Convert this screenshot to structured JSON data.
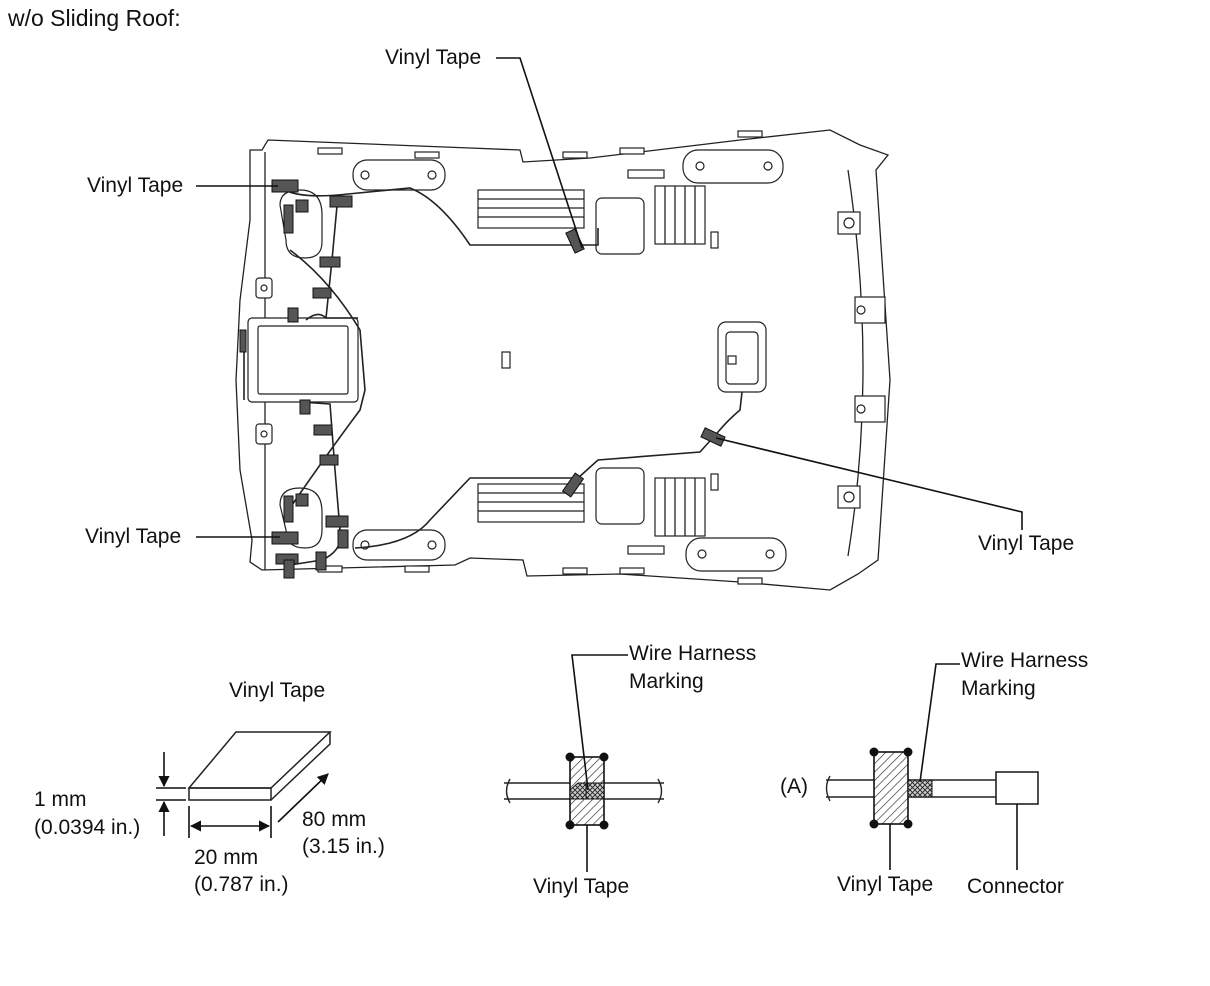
{
  "title": "w/o Sliding Roof:",
  "callouts": {
    "tape_top": "Vinyl Tape",
    "tape_left_top": "Vinyl Tape",
    "tape_left_bottom": "Vinyl Tape",
    "tape_right": "Vinyl Tape"
  },
  "tape_spec": {
    "title": "Vinyl Tape",
    "thickness_mm": "1 mm",
    "thickness_in": "(0.0394 in.)",
    "width_mm": "20 mm",
    "width_in": "(0.787 in.)",
    "length_mm": "80 mm",
    "length_in": "(3.15 in.)"
  },
  "detail_center": {
    "marking_line1": "Wire Harness",
    "marking_line2": "Marking",
    "tape_label": "Vinyl Tape"
  },
  "detail_right": {
    "marker": "(A)",
    "marking_line1": "Wire Harness",
    "marking_line2": "Marking",
    "tape_label": "Vinyl Tape",
    "connector_label": "Connector"
  },
  "colors": {
    "line": "#111111",
    "tape_fill": "#555555",
    "background": "#ffffff"
  }
}
